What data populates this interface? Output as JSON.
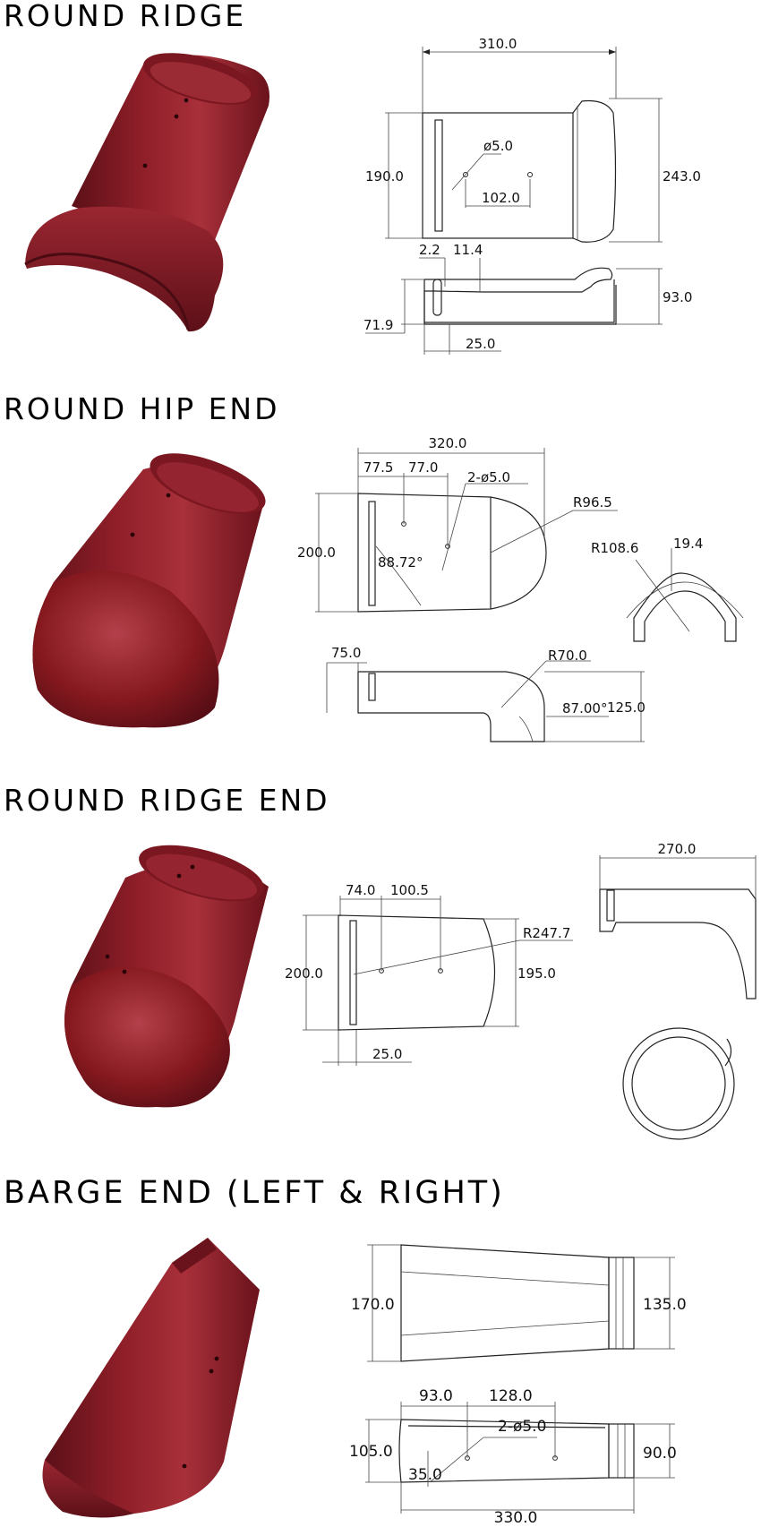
{
  "sections": [
    {
      "title": "ROUND RIDGE",
      "dims": {
        "length": "310.0",
        "width": "190.0",
        "width_flange": "243.0",
        "hole": "ø5.0",
        "hole_offset": "102.0",
        "gap": "2.2",
        "depth": "11.4",
        "height": "93.0",
        "inner_height": "71.9",
        "slot": "25.0"
      }
    },
    {
      "title": "ROUND HIP END",
      "dims": {
        "length": "320.0",
        "offset1": "77.5",
        "offset2": "77.0",
        "holes": "2-ø5.0",
        "radius_end": "R96.5",
        "width": "200.0",
        "angle1": "88.72°",
        "radius_arc": "R108.6",
        "thickness": "19.4",
        "lip": "75.0",
        "radius_bend": "R70.0",
        "angle2": "87.00°",
        "height": "125.0"
      }
    },
    {
      "title": "ROUND RIDGE END",
      "dims": {
        "offset1": "74.0",
        "offset2": "100.5",
        "radius": "R247.7",
        "width": "200.0",
        "width_end": "195.0",
        "slot": "25.0",
        "length": "270.0"
      }
    },
    {
      "title": "BARGE END (LEFT & RIGHT)",
      "dims": {
        "width": "170.0",
        "width_end": "135.0",
        "offset1": "93.0",
        "offset2": "128.0",
        "holes": "2-ø5.0",
        "height": "105.0",
        "height_end": "90.0",
        "inner": "35.0",
        "length": "330.0"
      }
    }
  ],
  "colors": {
    "tile": "#8b1c26",
    "tile_dark": "#5a0f17",
    "tile_light": "#b8404a",
    "line": "#222222"
  }
}
